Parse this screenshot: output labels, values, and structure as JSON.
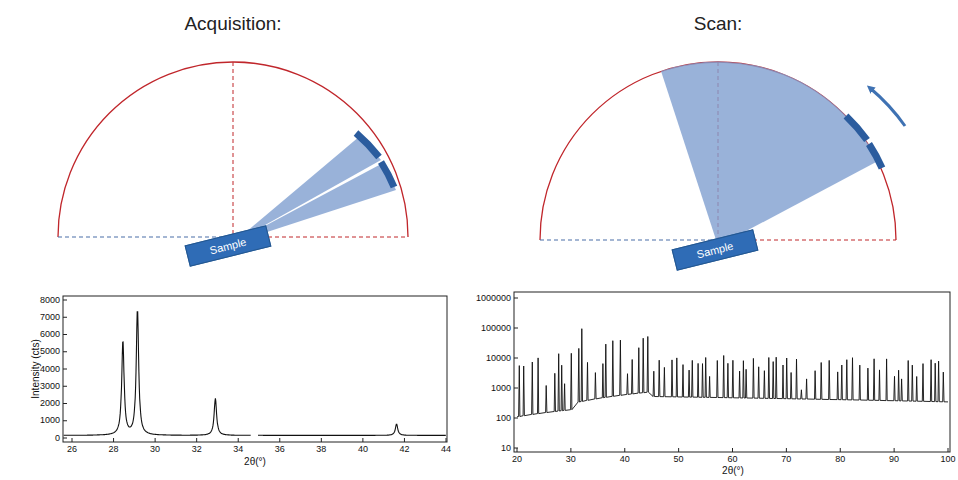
{
  "diagram": {
    "nodes": [
      {
        "text": [
          "Sample"
        ]
      },
      {
        "text": [
          "Sample"
        ]
      }
    ],
    "labels": [
      "Acquisition:",
      "Scan:",
      "0",
      "1000",
      "2000",
      "3000",
      "4000",
      "5000",
      "6000",
      "7000",
      "8000",
      "26",
      "28",
      "30",
      "32",
      "34",
      "36",
      "38",
      "40",
      "42",
      "44",
      "Intensity (cts)",
      "2θ(°)",
      "10",
      "100",
      "1000",
      "10000",
      "100000",
      "1000000",
      "20",
      "30",
      "40",
      "50",
      "60",
      "70",
      "80",
      "90",
      "100",
      "2θ(°)"
    ]
  }
}
